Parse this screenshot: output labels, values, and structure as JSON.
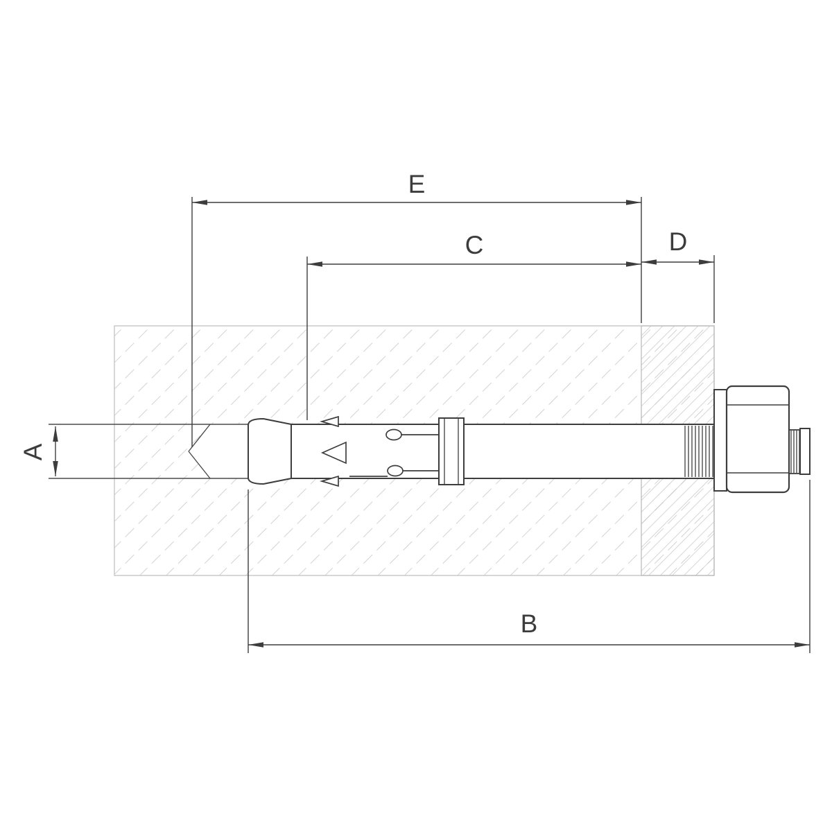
{
  "diagram": {
    "labels": {
      "A": "A",
      "B": "B",
      "C": "C",
      "D": "D",
      "E": "E"
    },
    "colors": {
      "background": "#ffffff",
      "line": "#3d3d3d",
      "hatch_light": "#cbcbcb",
      "hatch_dense": "#c3c3c3"
    }
  }
}
